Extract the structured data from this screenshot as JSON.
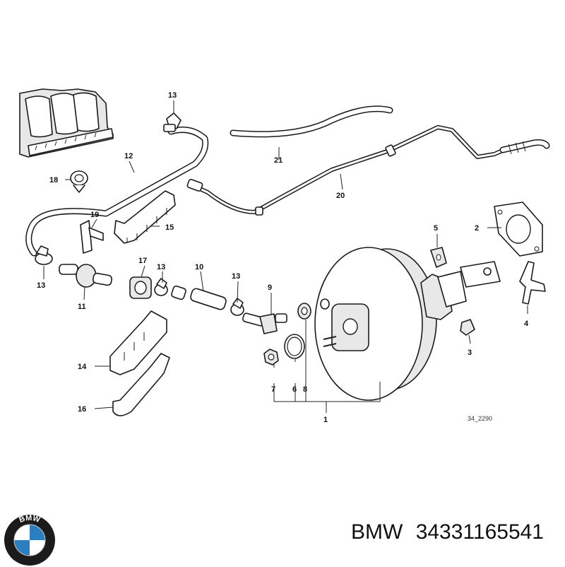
{
  "diagram": {
    "callouts": [
      {
        "id": "c1",
        "label": "1"
      },
      {
        "id": "c2",
        "label": "2"
      },
      {
        "id": "c3",
        "label": "3"
      },
      {
        "id": "c4",
        "label": "4"
      },
      {
        "id": "c5",
        "label": "5"
      },
      {
        "id": "c6",
        "label": "6"
      },
      {
        "id": "c7",
        "label": "7"
      },
      {
        "id": "c8",
        "label": "8"
      },
      {
        "id": "c9",
        "label": "9"
      },
      {
        "id": "c10",
        "label": "10"
      },
      {
        "id": "c11",
        "label": "11"
      },
      {
        "id": "c12",
        "label": "12"
      },
      {
        "id": "c13a",
        "label": "13"
      },
      {
        "id": "c13b",
        "label": "13"
      },
      {
        "id": "c13c",
        "label": "13"
      },
      {
        "id": "c13d",
        "label": "13"
      },
      {
        "id": "c14",
        "label": "14"
      },
      {
        "id": "c15",
        "label": "15"
      },
      {
        "id": "c16",
        "label": "16"
      },
      {
        "id": "c17",
        "label": "17"
      },
      {
        "id": "c18",
        "label": "18"
      },
      {
        "id": "c19",
        "label": "19"
      },
      {
        "id": "c20",
        "label": "20"
      },
      {
        "id": "c21",
        "label": "21"
      }
    ],
    "reference_code": "34_2290"
  },
  "product": {
    "brand": "BMW",
    "part_number": "34331165541"
  },
  "logo": {
    "lettering": "BMW",
    "colors": {
      "ring": "#1b1b1b",
      "blue": "#2a7fc1",
      "white": "#ffffff"
    }
  }
}
